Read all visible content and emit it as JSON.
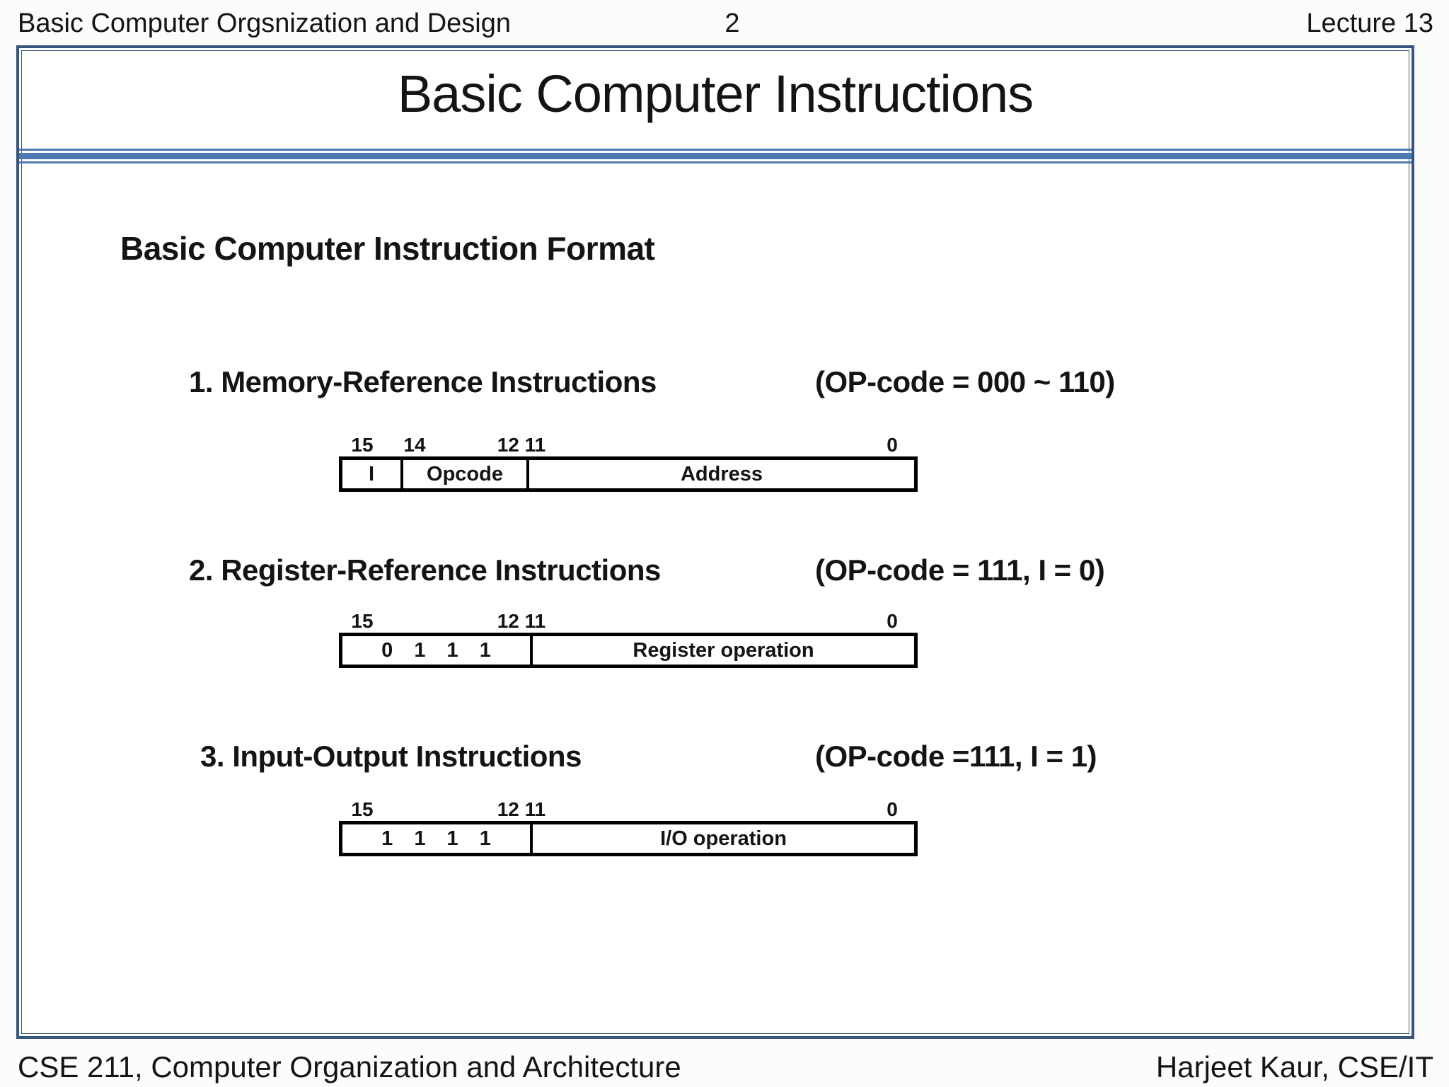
{
  "header": {
    "course_title": "Basic Computer Orgsnization and Design",
    "page_number": "2",
    "lecture_label": "Lecture 13"
  },
  "slide": {
    "title": "Basic Computer Instructions",
    "subtitle": "Basic Computer Instruction Format",
    "sections": [
      {
        "heading": "1. Memory-Reference Instructions",
        "opcode_note": "(OP-code = 000 ~ 110)",
        "bit_labels": [
          "15",
          "14",
          "12 11",
          "0"
        ],
        "fields": [
          {
            "label": "I"
          },
          {
            "label": "Opcode"
          },
          {
            "label": "Address"
          }
        ]
      },
      {
        "heading": "2. Register-Reference Instructions",
        "opcode_note": "(OP-code = 111, I = 0)",
        "bit_labels": [
          "15",
          "12 11",
          "0"
        ],
        "fields": [
          {
            "label": "0 1 1 1"
          },
          {
            "label": "Register operation"
          }
        ]
      },
      {
        "heading": "3. Input-Output Instructions",
        "opcode_note": "(OP-code =111, I = 1)",
        "bit_labels": [
          "15",
          "12 11",
          "0"
        ],
        "fields": [
          {
            "label": "1 1 1 1"
          },
          {
            "label": "I/O operation"
          }
        ]
      }
    ]
  },
  "footer": {
    "course_name": "CSE 211, Computer Organization and Architecture",
    "author": "Harjeet Kaur, CSE/IT"
  },
  "colors": {
    "slide_border": "#35567e",
    "separator_blue": "#4e79b2",
    "text": "#141414",
    "diagram_border": "#000000"
  }
}
